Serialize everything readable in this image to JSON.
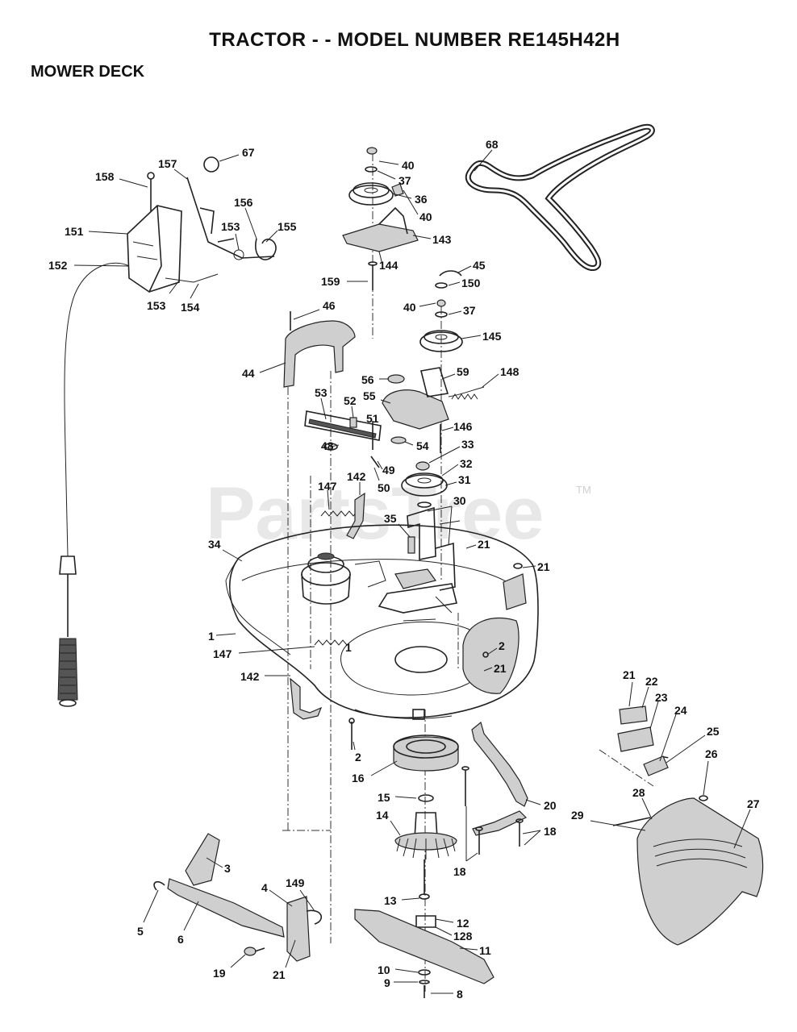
{
  "header": {
    "title": "TRACTOR - - MODEL NUMBER RE145H42H",
    "section": "MOWER DECK"
  },
  "watermark": {
    "text": "PartsTree",
    "trademark": "TM"
  },
  "part_labels": [
    {
      "id": "l67",
      "text": "67"
    },
    {
      "id": "l157",
      "text": "157"
    },
    {
      "id": "l158",
      "text": "158"
    },
    {
      "id": "l156",
      "text": "156"
    },
    {
      "id": "l151",
      "text": "151"
    },
    {
      "id": "l153a",
      "text": "153"
    },
    {
      "id": "l155",
      "text": "155"
    },
    {
      "id": "l152",
      "text": "152"
    },
    {
      "id": "l153b",
      "text": "153"
    },
    {
      "id": "l154",
      "text": "154"
    },
    {
      "id": "l40a",
      "text": "40"
    },
    {
      "id": "l37a",
      "text": "37"
    },
    {
      "id": "l36",
      "text": "36"
    },
    {
      "id": "l40b",
      "text": "40"
    },
    {
      "id": "l143",
      "text": "143"
    },
    {
      "id": "l144",
      "text": "144"
    },
    {
      "id": "l159",
      "text": "159"
    },
    {
      "id": "l68",
      "text": "68"
    },
    {
      "id": "l45",
      "text": "45"
    },
    {
      "id": "l150",
      "text": "150"
    },
    {
      "id": "l40c",
      "text": "40"
    },
    {
      "id": "l37b",
      "text": "37"
    },
    {
      "id": "l145",
      "text": "145"
    },
    {
      "id": "l46",
      "text": "46"
    },
    {
      "id": "l44",
      "text": "44"
    },
    {
      "id": "l56",
      "text": "56"
    },
    {
      "id": "l59",
      "text": "59"
    },
    {
      "id": "l148",
      "text": "148"
    },
    {
      "id": "l53",
      "text": "53"
    },
    {
      "id": "l52",
      "text": "52"
    },
    {
      "id": "l55",
      "text": "55"
    },
    {
      "id": "l51",
      "text": "51"
    },
    {
      "id": "l146",
      "text": "146"
    },
    {
      "id": "l48",
      "text": "48"
    },
    {
      "id": "l54",
      "text": "54"
    },
    {
      "id": "l33",
      "text": "33"
    },
    {
      "id": "l49",
      "text": "49"
    },
    {
      "id": "l32",
      "text": "32"
    },
    {
      "id": "l50",
      "text": "50"
    },
    {
      "id": "l31",
      "text": "31"
    },
    {
      "id": "l147a",
      "text": "147"
    },
    {
      "id": "l142a",
      "text": "142"
    },
    {
      "id": "l30",
      "text": "30"
    },
    {
      "id": "l35",
      "text": "35"
    },
    {
      "id": "l21a",
      "text": "21"
    },
    {
      "id": "l34",
      "text": "34"
    },
    {
      "id": "l21b",
      "text": "21"
    },
    {
      "id": "l1a",
      "text": "1"
    },
    {
      "id": "l1b",
      "text": "1"
    },
    {
      "id": "l2a",
      "text": "2"
    },
    {
      "id": "l147b",
      "text": "147"
    },
    {
      "id": "l21c",
      "text": "21"
    },
    {
      "id": "l142b",
      "text": "142"
    },
    {
      "id": "l21d",
      "text": "21"
    },
    {
      "id": "l22",
      "text": "22"
    },
    {
      "id": "l23",
      "text": "23"
    },
    {
      "id": "l24",
      "text": "24"
    },
    {
      "id": "l25",
      "text": "25"
    },
    {
      "id": "l2b",
      "text": "2"
    },
    {
      "id": "l16",
      "text": "16"
    },
    {
      "id": "l26",
      "text": "26"
    },
    {
      "id": "l15",
      "text": "15"
    },
    {
      "id": "l20",
      "text": "20"
    },
    {
      "id": "l27",
      "text": "27"
    },
    {
      "id": "l28",
      "text": "28"
    },
    {
      "id": "l29",
      "text": "29"
    },
    {
      "id": "l14",
      "text": "14"
    },
    {
      "id": "l18a",
      "text": "18"
    },
    {
      "id": "l18b",
      "text": "18"
    },
    {
      "id": "l3",
      "text": "3"
    },
    {
      "id": "l4",
      "text": "4"
    },
    {
      "id": "l149",
      "text": "149"
    },
    {
      "id": "l13",
      "text": "13"
    },
    {
      "id": "l5",
      "text": "5"
    },
    {
      "id": "l6",
      "text": "6"
    },
    {
      "id": "l12",
      "text": "12"
    },
    {
      "id": "l128",
      "text": "128"
    },
    {
      "id": "l11",
      "text": "11"
    },
    {
      "id": "l19",
      "text": "19"
    },
    {
      "id": "l21e",
      "text": "21"
    },
    {
      "id": "l10",
      "text": "10"
    },
    {
      "id": "l9",
      "text": "9"
    },
    {
      "id": "l8",
      "text": "8"
    }
  ]
}
